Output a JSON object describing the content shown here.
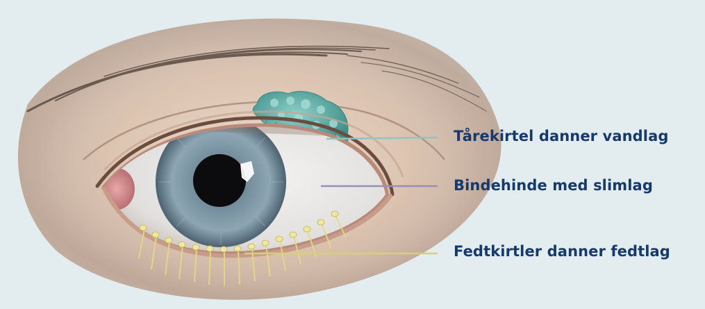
{
  "colors": {
    "background": "#e3ecee",
    "label_text": "#153a6b",
    "lacrimal_line": "#8fc6c0",
    "conjunctiva_line": "#9a8fb3",
    "meibomian_line": "#d6d36e",
    "lacrimal_gland": "#5fa9a4",
    "meibomian_glands": "#e7df8c",
    "iris": "#7f97a6"
  },
  "illustration": {
    "subject": "eye-anatomy-tear-film-layers"
  },
  "callouts": [
    {
      "id": "lacrimal",
      "label": "Tårekirtel danner vandlag",
      "icon": "lacrimal-gland"
    },
    {
      "id": "conjunctiva",
      "label": "Bindehinde med slimlag",
      "icon": "conjunctiva"
    },
    {
      "id": "meibomian",
      "label": "Fedtkirtler danner fedtlag",
      "icon": "meibomian-glands"
    }
  ]
}
